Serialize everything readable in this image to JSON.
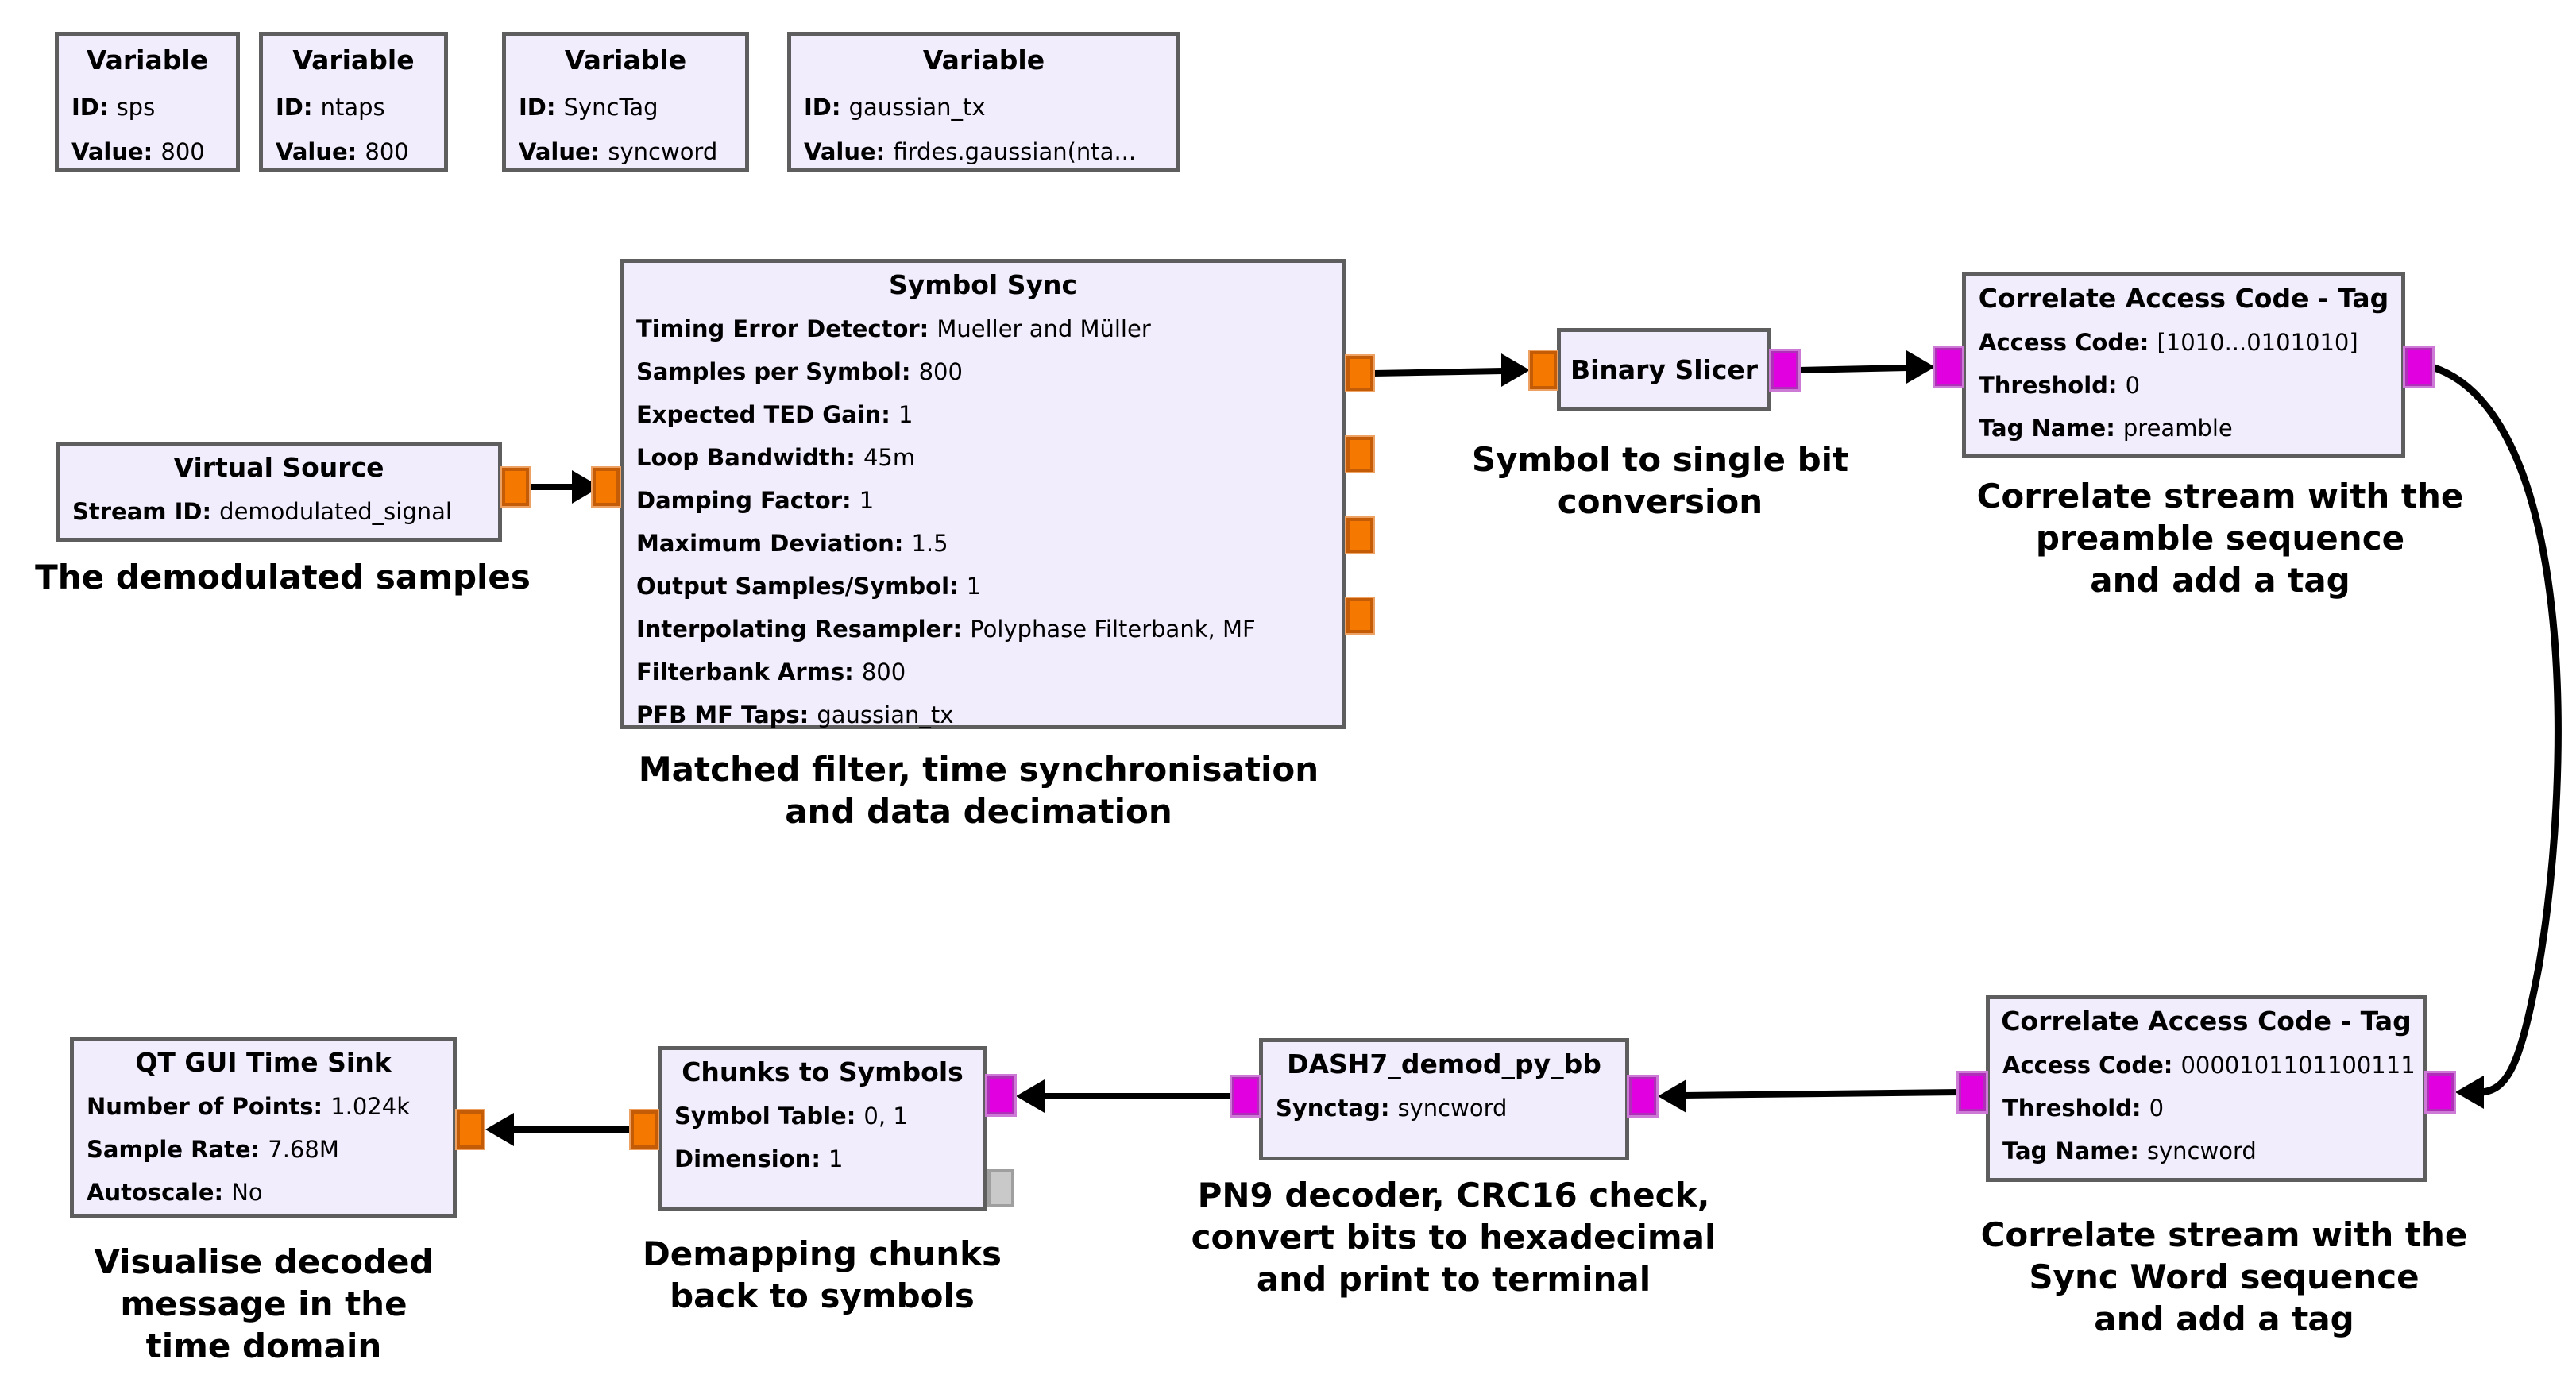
{
  "app": "GNU Radio Companion flowgraph",
  "colors": {
    "background": "#ffffff",
    "block_fill": "#f2edfc",
    "block_border": "#5e5e5e",
    "port_orange": "#f57900",
    "port_magenta": "#e000e0",
    "port_gray": "#c9c9c9",
    "wire": "#000000"
  },
  "variables": [
    {
      "title": "Variable",
      "params": [
        {
          "key": "ID:",
          "value": "sps"
        },
        {
          "key": "Value:",
          "value": "800"
        }
      ]
    },
    {
      "title": "Variable",
      "params": [
        {
          "key": "ID:",
          "value": "ntaps"
        },
        {
          "key": "Value:",
          "value": "800"
        }
      ]
    },
    {
      "title": "Variable",
      "params": [
        {
          "key": "ID:",
          "value": "SyncTag"
        },
        {
          "key": "Value:",
          "value": "syncword"
        }
      ]
    },
    {
      "title": "Variable",
      "params": [
        {
          "key": "ID:",
          "value": "gaussian_tx"
        },
        {
          "key": "Value:",
          "value": "firdes.gaussian(nta..."
        }
      ]
    }
  ],
  "blocks": {
    "virtual_source": {
      "title": "Virtual Source",
      "params": [
        {
          "key": "Stream ID:",
          "value": "demodulated_signal"
        }
      ],
      "caption": [
        "The demodulated samples"
      ]
    },
    "symbol_sync": {
      "title": "Symbol Sync",
      "params": [
        {
          "key": "Timing Error Detector:",
          "value": "Mueller and Müller"
        },
        {
          "key": "Samples per Symbol:",
          "value": "800"
        },
        {
          "key": "Expected TED Gain:",
          "value": "1"
        },
        {
          "key": "Loop Bandwidth:",
          "value": "45m"
        },
        {
          "key": "Damping Factor:",
          "value": "1"
        },
        {
          "key": "Maximum Deviation:",
          "value": "1.5"
        },
        {
          "key": "Output Samples/Symbol:",
          "value": "1"
        },
        {
          "key": "Interpolating Resampler:",
          "value": "Polyphase Filterbank, MF"
        },
        {
          "key": "Filterbank Arms:",
          "value": "800"
        },
        {
          "key": "PFB MF Taps:",
          "value": "gaussian_tx"
        }
      ],
      "caption": [
        "Matched filter, time synchronisation",
        "and data decimation"
      ]
    },
    "binary_slicer": {
      "title": "Binary Slicer",
      "caption": [
        "Symbol to single bit",
        "conversion"
      ]
    },
    "correlate_preamble": {
      "title": "Correlate Access Code - Tag",
      "params": [
        {
          "key": "Access Code:",
          "value": "[1010...0101010]"
        },
        {
          "key": "Threshold:",
          "value": "0"
        },
        {
          "key": "Tag Name:",
          "value": "preamble"
        }
      ],
      "caption": [
        "Correlate stream with the",
        "preamble sequence",
        "and add a tag"
      ]
    },
    "correlate_syncword": {
      "title": "Correlate Access Code - Tag",
      "params": [
        {
          "key": "Access Code:",
          "value": "0000101101100111"
        },
        {
          "key": "Threshold:",
          "value": "0"
        },
        {
          "key": "Tag Name:",
          "value": "syncword"
        }
      ],
      "caption": [
        "Correlate stream with the",
        "Sync Word sequence",
        "and add a tag"
      ]
    },
    "dash7_demod": {
      "title": "DASH7_demod_py_bb",
      "params": [
        {
          "key": "Synctag:",
          "value": "syncword"
        }
      ],
      "caption": [
        "PN9 decoder, CRC16 check,",
        "convert bits to hexadecimal",
        "and print to terminal"
      ]
    },
    "chunks_to_symbols": {
      "title": "Chunks to Symbols",
      "params": [
        {
          "key": "Symbol Table:",
          "value": "0, 1"
        },
        {
          "key": "Dimension:",
          "value": "1"
        }
      ],
      "caption": [
        "Demapping chunks",
        "back to symbols"
      ]
    },
    "qt_gui_time_sink": {
      "title": "QT GUI Time Sink",
      "params": [
        {
          "key": "Number of Points:",
          "value": "1.024k"
        },
        {
          "key": "Sample Rate:",
          "value": "7.68M"
        },
        {
          "key": "Autoscale:",
          "value": "No"
        }
      ],
      "caption": [
        "Visualise decoded",
        "message in the",
        "time domain"
      ]
    }
  }
}
